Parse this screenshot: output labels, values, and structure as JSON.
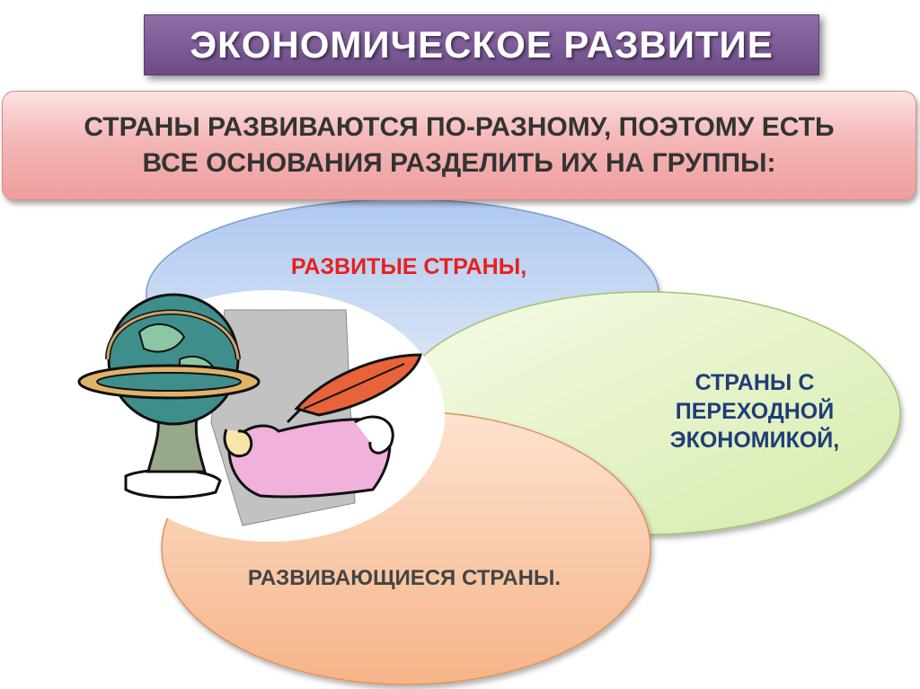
{
  "slide": {
    "title": "ЭКОНОМИЧЕСКОЕ РАЗВИТИЕ",
    "subtitle_lines": [
      "СТРАНЫ РАЗВИВАЮТСЯ ПО-РАЗНОМУ, ПОЭТОМУ ЕСТЬ",
      "ВСЕ ОСНОВАНИЯ РАЗДЕЛИТЬ ИХ НА ГРУППЫ:"
    ]
  },
  "groups": [
    {
      "label": "РАЗВИТЫЕ СТРАНЫ,",
      "color": "#e8201e"
    },
    {
      "label": "СТРАНЫ С ПЕРЕХОДНОЙ ЭКОНОМИКОЙ,",
      "color": "#1f3d78"
    },
    {
      "label": "РАЗВИВАЮЩИЕСЯ СТРАНЫ.",
      "color": "#444444"
    }
  ],
  "illustration": {
    "icons": [
      "globe-icon",
      "quill-icon",
      "scroll-icon"
    ]
  },
  "colors": {
    "title_bg": "#7a5896",
    "subtitle_bg": "#f4b6b6",
    "ellipse_blue": "#c7d9f4",
    "ellipse_green": "#e6f3c6",
    "ellipse_orange": "#f9c9a8"
  }
}
